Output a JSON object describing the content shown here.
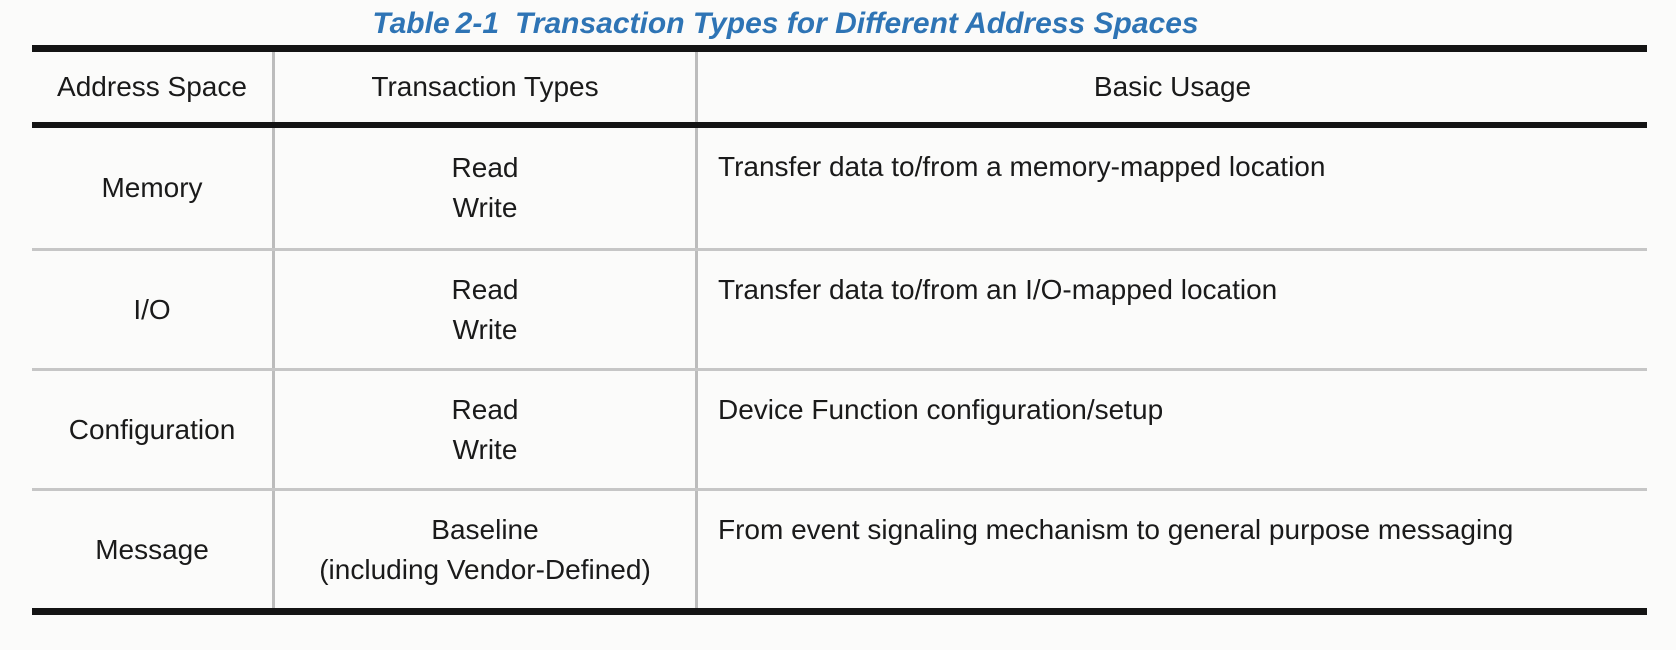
{
  "colors": {
    "caption-blue": "#2E74B5",
    "rule-black": "#141414",
    "rule-gray": "#c6c6c6",
    "col-gray": "#bcbcbc",
    "text-dark": "#1a1a1a",
    "page-bg": "#fbfbfa"
  },
  "caption": {
    "label": "Table",
    "number": "2-1",
    "title": "Transaction Types for Different Address Spaces"
  },
  "table": {
    "columns": [
      "Address Space",
      "Transaction Types",
      "Basic Usage"
    ],
    "rows": [
      {
        "address_space": "Memory",
        "transaction_types": [
          "Read",
          "Write"
        ],
        "basic_usage": "Transfer data to/from a memory-mapped location"
      },
      {
        "address_space": "I/O",
        "transaction_types": [
          "Read",
          "Write"
        ],
        "basic_usage": "Transfer data to/from an I/O-mapped location"
      },
      {
        "address_space": "Configuration",
        "transaction_types": [
          "Read",
          "Write"
        ],
        "basic_usage": "Device Function configuration/setup"
      },
      {
        "address_space": "Message",
        "transaction_types": [
          "Baseline",
          "(including Vendor-Defined)"
        ],
        "basic_usage": "From event signaling mechanism to general purpose messaging"
      }
    ]
  }
}
